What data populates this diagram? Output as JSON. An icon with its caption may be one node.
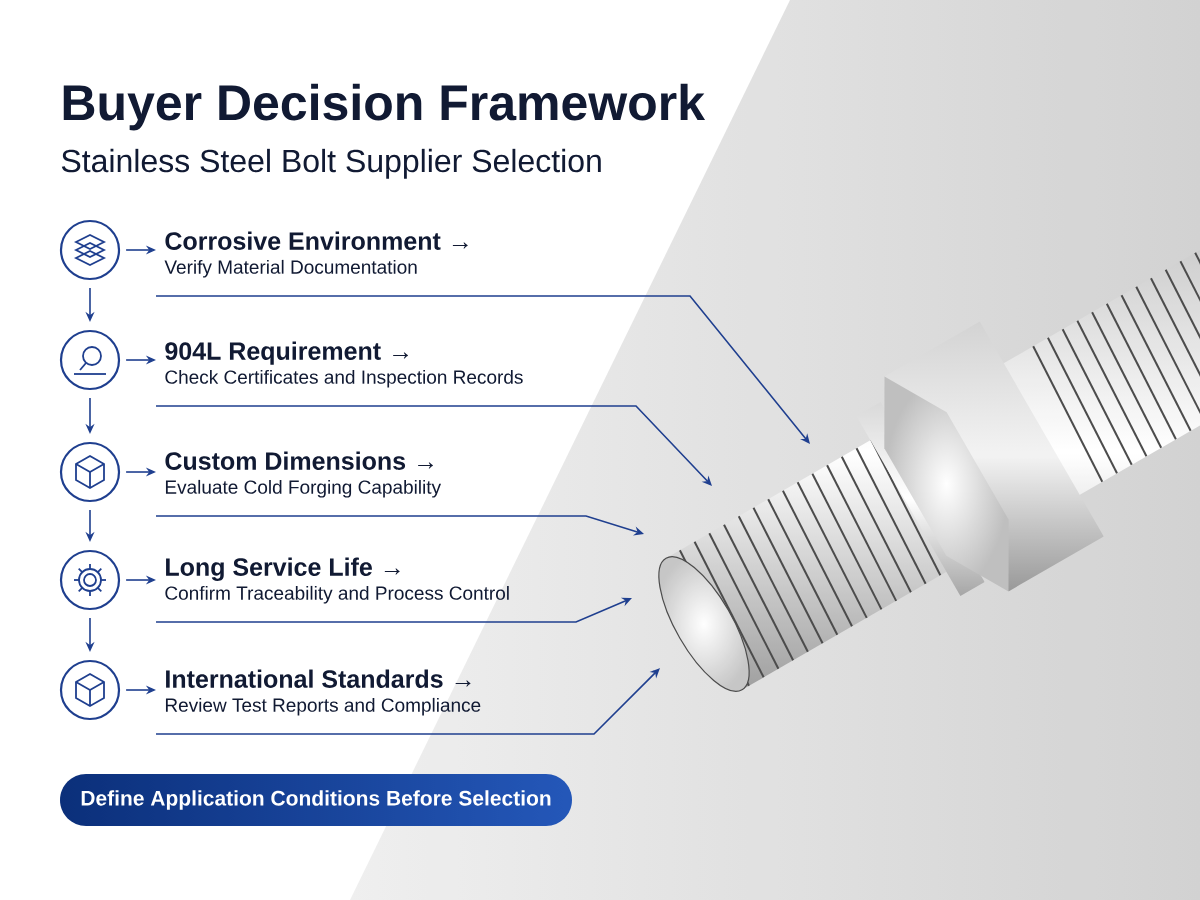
{
  "diagram": {
    "title": "Buyer Decision Framework",
    "nodes": [
      {
        "text": [],
        "shape": "circle"
      },
      {
        "text": [
          "Corrosive Environment →",
          "Verify Material Documentation"
        ]
      },
      {
        "text": [],
        "shape": "circle"
      },
      {
        "text": [
          "904L Requirement →",
          "Check Certificates and Inspection Records"
        ]
      },
      {
        "text": [],
        "shape": "circle"
      },
      {
        "text": [
          "Custom Dimensions →",
          "Evaluate Cold Forging Capability"
        ]
      },
      {
        "text": [],
        "shape": "circle"
      },
      {
        "text": [
          "Long Service Life →",
          "Confirm Traceability and Process Control"
        ]
      },
      {
        "text": [],
        "shape": "circle"
      },
      {
        "text": [
          "International Standards →",
          "Review Test Reports and Compliance"
        ]
      },
      {
        "text": [],
        "shape": "picture"
      },
      {
        "text": [
          "Define Application Conditions Before Selection"
        ]
      }
    ],
    "edges": [
      {
        "from": 0,
        "to": 1,
        "arrow": "to"
      },
      {
        "from": 0,
        "to": 2,
        "arrow": "to"
      },
      {
        "from": 2,
        "to": 3,
        "arrow": "to"
      },
      {
        "from": 2,
        "to": 4,
        "arrow": "to"
      },
      {
        "from": 4,
        "to": 5,
        "arrow": "to"
      },
      {
        "from": 4,
        "to": 6,
        "arrow": "to"
      },
      {
        "from": 6,
        "to": 7,
        "arrow": "to"
      },
      {
        "from": 6,
        "to": 8,
        "arrow": "to"
      },
      {
        "from": 8,
        "to": 9,
        "arrow": "to"
      },
      {
        "from": 1,
        "to": 10,
        "arrow": "to"
      },
      {
        "from": 3,
        "to": 10,
        "arrow": "to"
      },
      {
        "from": 5,
        "to": 10,
        "arrow": "to"
      },
      {
        "from": 7,
        "to": 10,
        "arrow": "to"
      },
      {
        "from": 9,
        "to": 10,
        "arrow": "to"
      }
    ],
    "labels": [
      "Stainless Steel Bolt Supplier Selection"
    ]
  }
}
